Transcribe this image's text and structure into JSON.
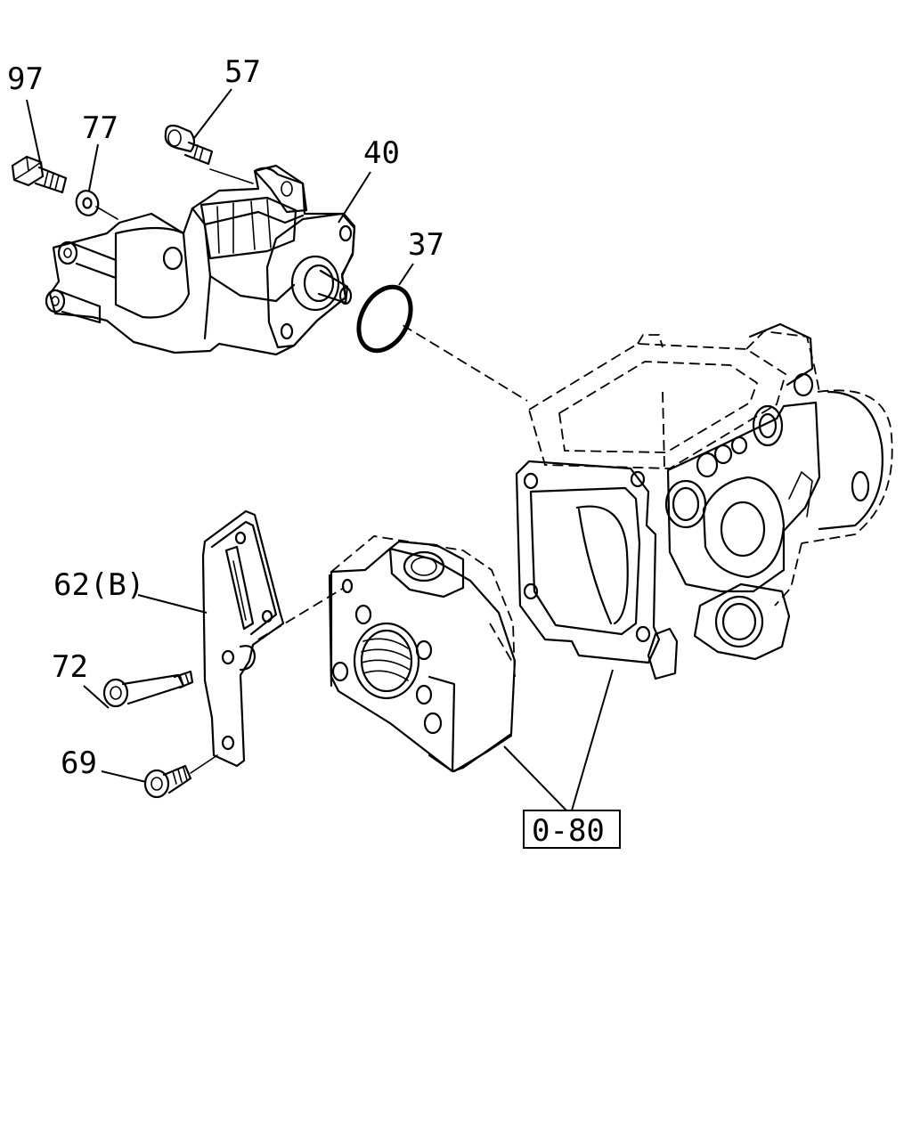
{
  "labels": {
    "p97": "97",
    "p77": "77",
    "p57": "57",
    "p40": "40",
    "p37": "37",
    "p62": "62(B)",
    "p72": "72",
    "p69": "69",
    "ref": "0-80"
  }
}
